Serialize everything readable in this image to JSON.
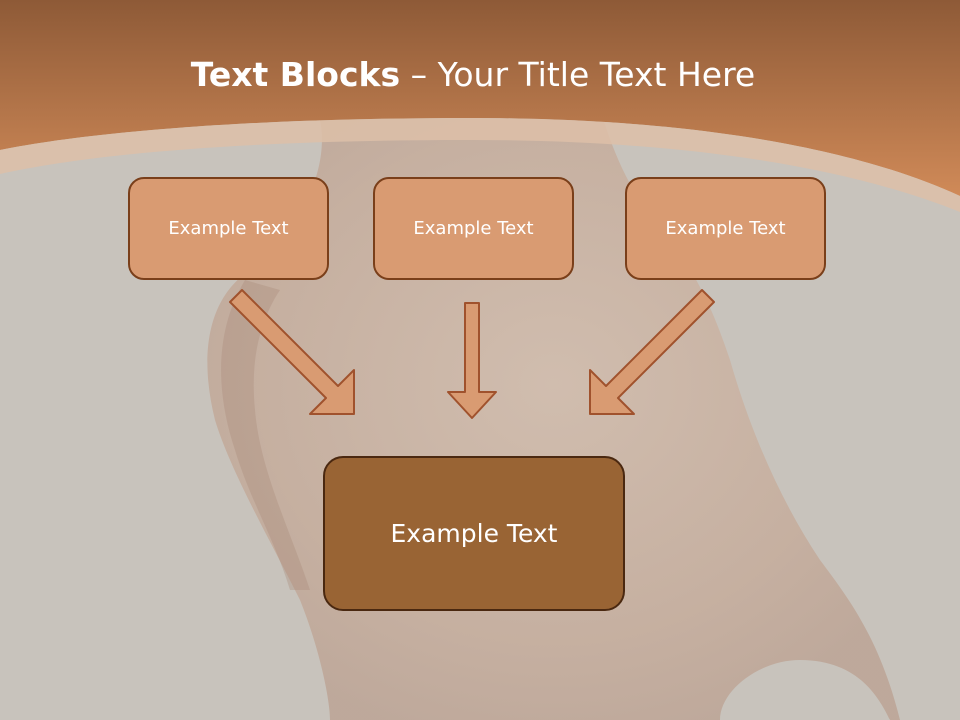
{
  "title": {
    "bold": "Text Blocks",
    "rest": "– Your Title Text Here"
  },
  "blocks": {
    "left": "Example Text",
    "center": "Example Text",
    "right": "Example Text",
    "main": "Example Text"
  },
  "colors": {
    "header": "#c77c4a",
    "box_fill": "#d99b72",
    "box_border": "#7a3f1a",
    "main_fill": "#996434",
    "arrow_fill": "#d99b72",
    "arrow_stroke": "#a0522d"
  }
}
